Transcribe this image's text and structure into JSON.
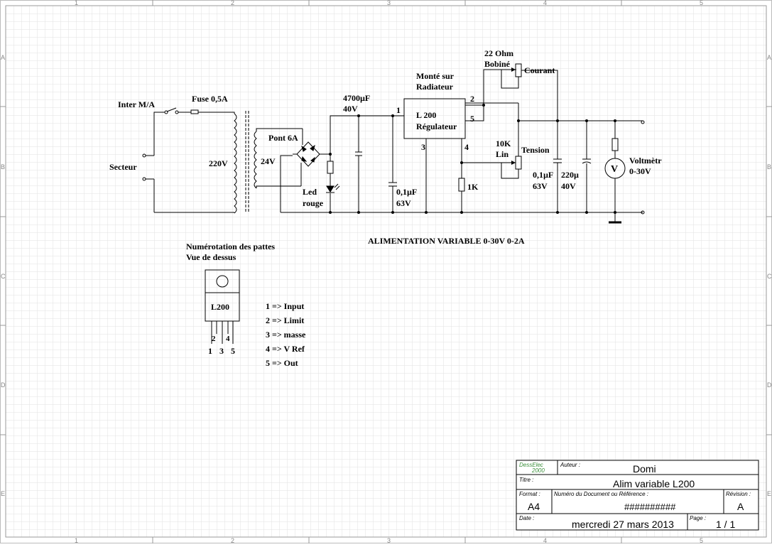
{
  "labels": {
    "inter": "Inter M/A",
    "fuse": "Fuse 0,5A",
    "secteur": "Secteur",
    "v220": "220V",
    "v24": "24V",
    "pont": "Pont 6A",
    "led1": "Led",
    "led2": "rouge",
    "cap_big1": "4700µF",
    "cap_big2": "40V",
    "cap_small1": "0,1µF",
    "cap_small2": "63V",
    "monte1": "Monté sur",
    "monte2": "Radiateur",
    "reg1": "L 200",
    "reg2": "Régulateur",
    "pin1": "1",
    "pin2": "2",
    "pin3": "3",
    "pin4": "4",
    "pin5": "5",
    "res22_1": "22 Ohm",
    "res22_2": "Bobiné",
    "courant": "Courant",
    "pot10k1": "10K",
    "pot10k2": "Lin",
    "tension": "Tension",
    "r1k": "1K",
    "cap_out1": "0,1µF",
    "cap_out2": "63V",
    "cap_220_1": "220µ",
    "cap_220_2": "40V",
    "voltm_sym": "V",
    "voltm1": "Voltmètr",
    "voltm2": "0-30V",
    "title": "ALIMENTATION VARIABLE  0-30V  0-2A",
    "pinout_title1": "Numérotation des pattes",
    "pinout_title2": "Vue de dessus",
    "chip": "L200",
    "legs": [
      "1",
      "3",
      "5"
    ],
    "legs_top": [
      "2",
      "4"
    ],
    "legend": [
      "1 => Input",
      "2 => Limit",
      "3 => masse",
      "4 => V Ref",
      "5 => Out"
    ]
  },
  "ruler": {
    "cols": [
      "1",
      "2",
      "3",
      "4",
      "5"
    ],
    "rows": [
      "A",
      "B",
      "C",
      "D",
      "E"
    ]
  },
  "titleblock": {
    "logo1": "DessElec",
    "logo2": "2000",
    "auteur_lbl": "Auteur :",
    "auteur": "Domi",
    "titre_lbl": "Titre :",
    "titre": "Alim variable L200",
    "format_lbl": "Format :",
    "format": "A4",
    "num_lbl": "Numéro du Document ou Référence :",
    "num": "##########",
    "revision_lbl": "Révision :",
    "revision": "A",
    "date_lbl": "Date :",
    "date": "mercredi 27 mars 2013",
    "page_lbl": "Page :",
    "page": "1  /  1"
  }
}
